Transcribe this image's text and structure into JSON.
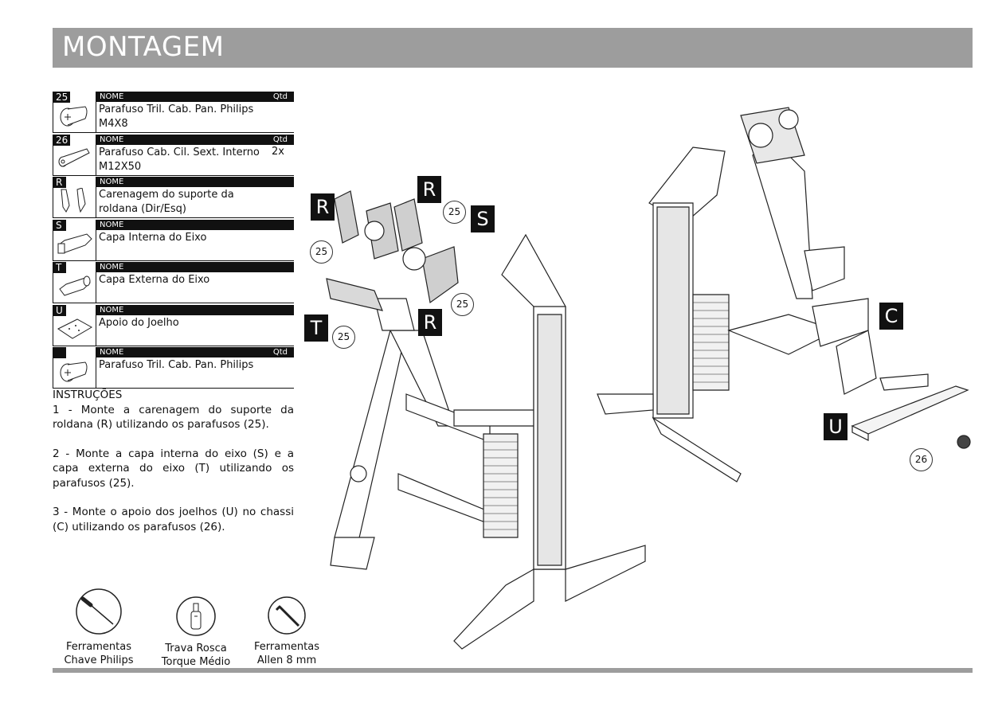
{
  "header": {
    "title": "MONTAGEM"
  },
  "parts": [
    {
      "num": "25",
      "name_header": "NOME",
      "qty_header": "Qtd",
      "desc": "Parafuso Tril. Cab. Pan. Philips M4X8",
      "qty": "",
      "icon": "pan-head-screw-icon"
    },
    {
      "num": "26",
      "name_header": "NOME",
      "qty_header": "Qtd",
      "desc": "Parafuso Cab. Cil. Sext. Interno M12X50",
      "qty": "2x",
      "icon": "hex-socket-bolt-icon"
    },
    {
      "num": "R",
      "name_header": "NOME",
      "qty_header": "",
      "desc": "Carenagem do suporte da roldana (Dir/Esq)",
      "qty": "",
      "icon": "pulley-cover-icon"
    },
    {
      "num": "S",
      "name_header": "NOME",
      "qty_header": "",
      "desc": "Capa Interna do Eixo",
      "qty": "",
      "icon": "inner-axle-cap-icon"
    },
    {
      "num": "T",
      "name_header": "NOME",
      "qty_header": "",
      "desc": "Capa Externa do Eixo",
      "qty": "",
      "icon": "outer-axle-cap-icon"
    },
    {
      "num": "U",
      "name_header": "NOME",
      "qty_header": "",
      "desc": "Apoio do Joelho",
      "qty": "",
      "icon": "knee-pad-icon"
    },
    {
      "num": "",
      "name_header": "NOME",
      "qty_header": "Qtd",
      "desc": "Parafuso Tril. Cab. Pan. Philips",
      "qty": "",
      "icon": "pan-head-screw-icon"
    }
  ],
  "instructions": {
    "title": "INSTRUÇÕES",
    "steps": [
      "1 - Monte a carenagem do suporte da roldana (R) utilizando os parafusos (25).",
      "2 - Monte a capa interna do eixo (S) e a capa externa do eixo (T) utilizando os parafusos (25).",
      "3 - Monte o apoio dos joelhos (U) no chassi (C) utilizando os parafusos (26)."
    ]
  },
  "tools": [
    {
      "line1": "Ferramentas",
      "line2": "Chave Philips",
      "icon": "phillips-screwdriver-icon"
    },
    {
      "line1": "Trava Rosca",
      "line2": "Torque Médio",
      "icon": "threadlocker-bottle-icon"
    },
    {
      "line1": "Ferramentas",
      "line2": "Allen 8 mm",
      "icon": "allen-key-icon"
    }
  ],
  "callouts": {
    "R1": "R",
    "R2": "R",
    "R3": "R",
    "S": "S",
    "T": "T",
    "C": "C",
    "U": "U",
    "c25a": "25",
    "c25b": "25",
    "c25c": "25",
    "c25d": "25",
    "c26": "26"
  }
}
